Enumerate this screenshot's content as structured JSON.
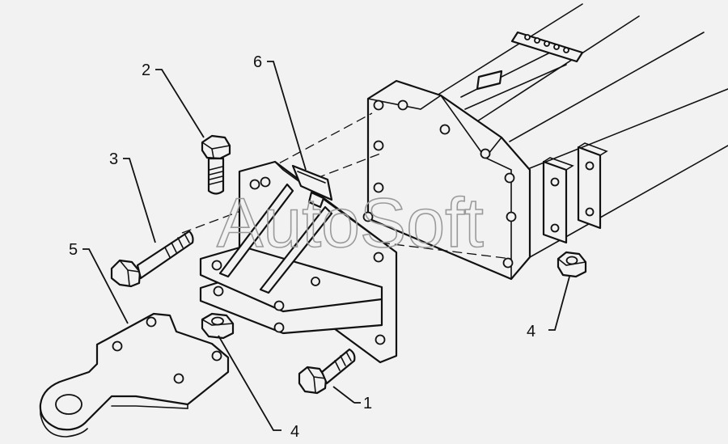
{
  "watermark": "AutoSoft",
  "callouts": {
    "c1": "1",
    "c2": "2",
    "c3": "3",
    "c4a": "4",
    "c4b": "4",
    "c5": "5",
    "c6": "6"
  }
}
